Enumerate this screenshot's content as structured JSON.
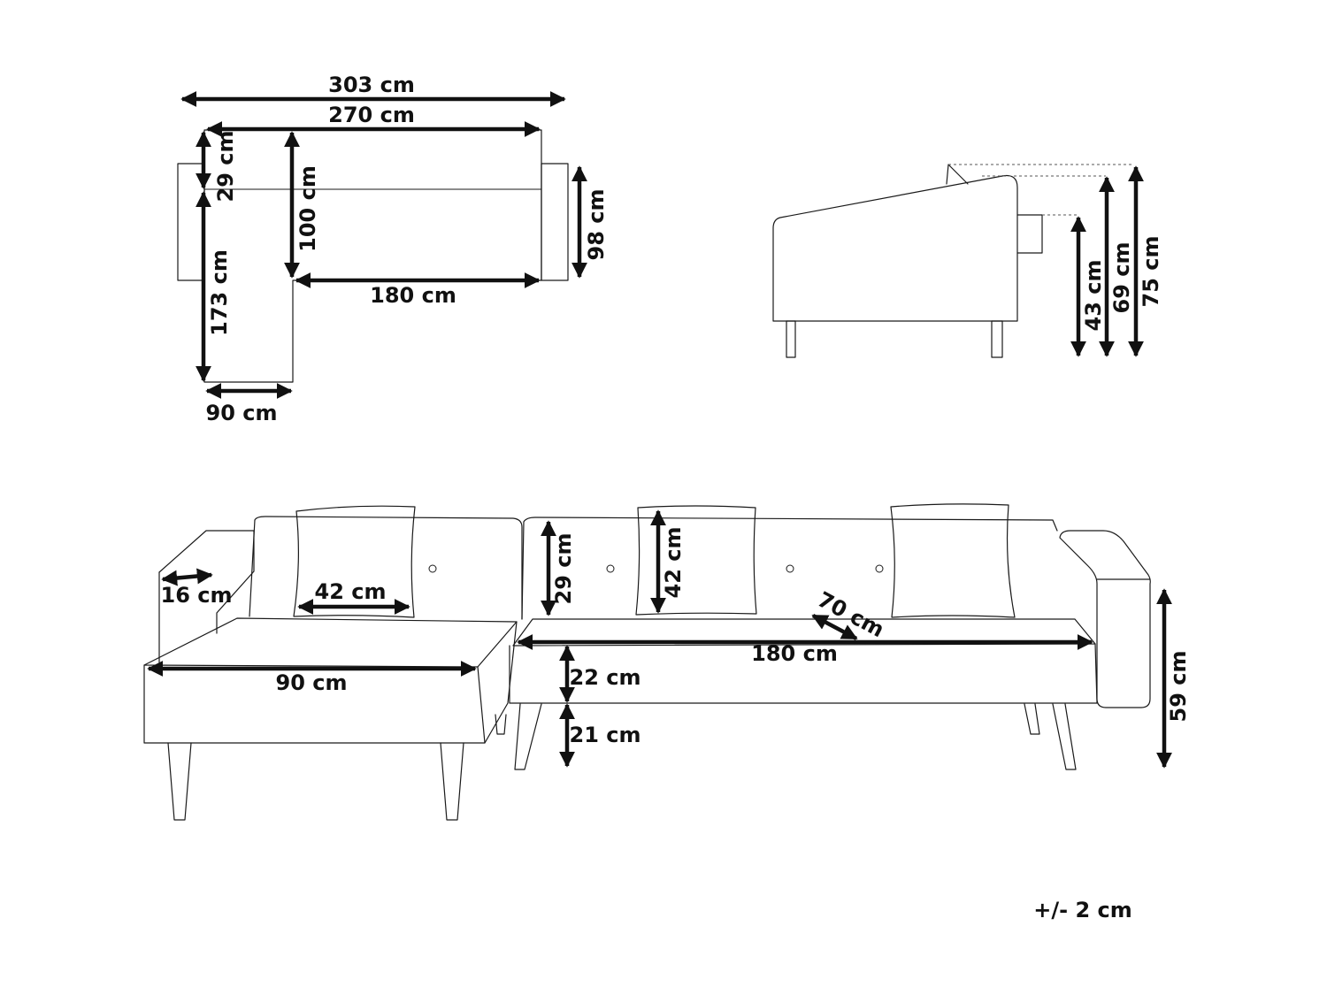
{
  "plan_view": {
    "d303": "303 cm",
    "d270": "270 cm",
    "d29": "29 cm",
    "d100": "100 cm",
    "d98": "98 cm",
    "d180": "180 cm",
    "d173": "173 cm",
    "d90": "90 cm"
  },
  "side_view": {
    "d43": "43 cm",
    "d69": "69 cm",
    "d75": "75 cm"
  },
  "front_view": {
    "d16": "16 cm",
    "d42a": "42 cm",
    "d29": "29 cm",
    "d42b": "42 cm",
    "d70": "70 cm",
    "d180": "180 cm",
    "d90": "90 cm",
    "d22": "22 cm",
    "d21": "21 cm",
    "d59": "59 cm"
  },
  "tolerance": "+/- 2 cm",
  "colors": {
    "line": "#1a1a1a",
    "arrow": "#111111",
    "background": "#ffffff"
  }
}
